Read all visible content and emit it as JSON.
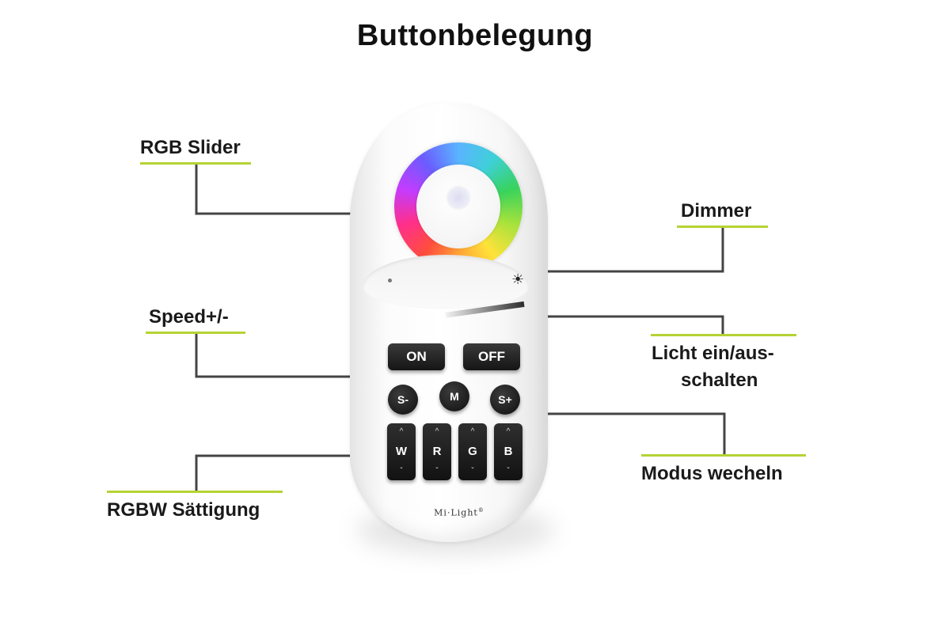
{
  "title": "Buttonbelegung",
  "colors": {
    "accent": "#b5d334",
    "connector": "#444444",
    "wheel": "rgb-gradient"
  },
  "labels": {
    "rgb_slider": "RGB Slider",
    "dimmer": "Dimmer",
    "speed": "Speed+/-",
    "licht_line1": "Licht ein/aus-",
    "licht_line2": "schalten",
    "modus": "Modus wecheln",
    "rgbw": "RGBW Sättigung"
  },
  "remote": {
    "brand": "Mi·Light",
    "brand_mark": "®",
    "buttons": {
      "on": "ON",
      "off": "OFF",
      "speed_minus": "S-",
      "mode": "M",
      "speed_plus": "S+",
      "w": "W",
      "r": "R",
      "g": "G",
      "b": "B",
      "up_arrow": "^",
      "down_arrow": "ˇ"
    },
    "icons": {
      "sun": "sun-icon",
      "wheel": "color-wheel"
    }
  }
}
